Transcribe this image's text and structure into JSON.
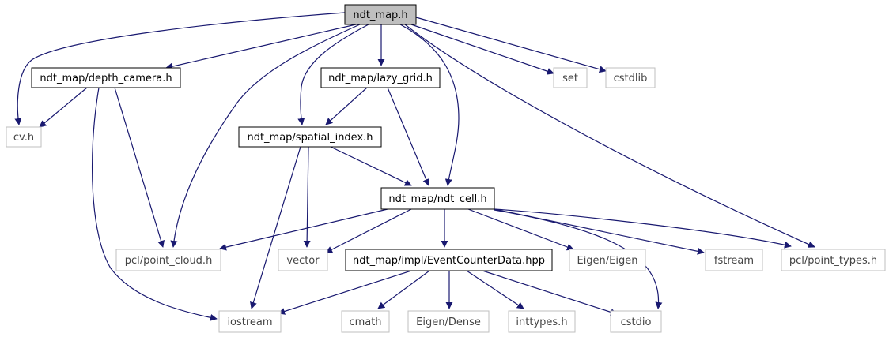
{
  "diagram": {
    "nodes": [
      {
        "id": "ndt_map",
        "label": "ndt_map.h",
        "style": "root"
      },
      {
        "id": "depth_camera",
        "label": "ndt_map/depth_camera.h",
        "style": "internal"
      },
      {
        "id": "lazy_grid",
        "label": "ndt_map/lazy_grid.h",
        "style": "internal"
      },
      {
        "id": "set",
        "label": "set",
        "style": "external"
      },
      {
        "id": "cstdlib",
        "label": "cstdlib",
        "style": "external"
      },
      {
        "id": "cvh",
        "label": "cv.h",
        "style": "external"
      },
      {
        "id": "spatial_index",
        "label": "ndt_map/spatial_index.h",
        "style": "internal"
      },
      {
        "id": "ndt_cell",
        "label": "ndt_map/ndt_cell.h",
        "style": "internal"
      },
      {
        "id": "pcl_point_cloud",
        "label": "pcl/point_cloud.h",
        "style": "external"
      },
      {
        "id": "vector",
        "label": "vector",
        "style": "external"
      },
      {
        "id": "event_counter",
        "label": "ndt_map/impl/EventCounterData.hpp",
        "style": "internal"
      },
      {
        "id": "eigen_eigen",
        "label": "Eigen/Eigen",
        "style": "external"
      },
      {
        "id": "fstream",
        "label": "fstream",
        "style": "external"
      },
      {
        "id": "pcl_point_types",
        "label": "pcl/point_types.h",
        "style": "external"
      },
      {
        "id": "iostream",
        "label": "iostream",
        "style": "external"
      },
      {
        "id": "cmath",
        "label": "cmath",
        "style": "external"
      },
      {
        "id": "eigen_dense",
        "label": "Eigen/Dense",
        "style": "external"
      },
      {
        "id": "inttypes",
        "label": "inttypes.h",
        "style": "external"
      },
      {
        "id": "cstdio",
        "label": "cstdio",
        "style": "external"
      }
    ],
    "edges": [
      [
        "ndt_map",
        "cvh"
      ],
      [
        "ndt_map",
        "depth_camera"
      ],
      [
        "ndt_map",
        "pcl_point_cloud"
      ],
      [
        "ndt_map",
        "spatial_index"
      ],
      [
        "ndt_map",
        "lazy_grid"
      ],
      [
        "ndt_map",
        "ndt_cell"
      ],
      [
        "ndt_map",
        "set"
      ],
      [
        "ndt_map",
        "cstdlib"
      ],
      [
        "ndt_map",
        "pcl_point_types"
      ],
      [
        "depth_camera",
        "cvh"
      ],
      [
        "depth_camera",
        "pcl_point_cloud"
      ],
      [
        "depth_camera",
        "iostream"
      ],
      [
        "lazy_grid",
        "spatial_index"
      ],
      [
        "lazy_grid",
        "ndt_cell"
      ],
      [
        "spatial_index",
        "ndt_cell"
      ],
      [
        "spatial_index",
        "vector"
      ],
      [
        "spatial_index",
        "iostream"
      ],
      [
        "ndt_cell",
        "pcl_point_cloud"
      ],
      [
        "ndt_cell",
        "vector"
      ],
      [
        "ndt_cell",
        "event_counter"
      ],
      [
        "ndt_cell",
        "eigen_eigen"
      ],
      [
        "ndt_cell",
        "fstream"
      ],
      [
        "ndt_cell",
        "pcl_point_types"
      ],
      [
        "ndt_cell",
        "cstdio"
      ],
      [
        "event_counter",
        "iostream"
      ],
      [
        "event_counter",
        "cmath"
      ],
      [
        "event_counter",
        "eigen_dense"
      ],
      [
        "event_counter",
        "inttypes"
      ],
      [
        "event_counter",
        "cstdio"
      ]
    ],
    "colors": {
      "edge": "#191970",
      "internal_border": "#000000",
      "external_border": "#bfbfbf",
      "root_fill": "#bfbfbf",
      "internal_text": "#000000",
      "external_text": "#444444"
    }
  }
}
